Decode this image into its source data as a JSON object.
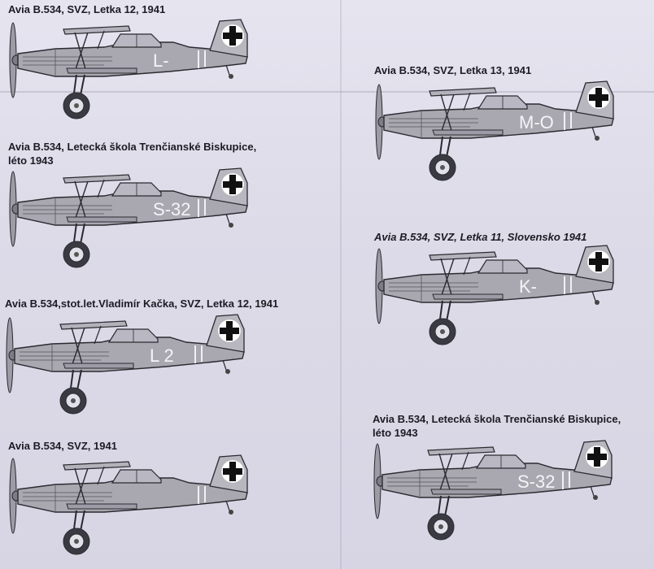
{
  "captions": [
    {
      "line1": "Avia B.534, SVZ, Letka 12, 1941",
      "line2": ""
    },
    {
      "line1": "Avia B.534, Letecká škola Trenčianské Biskupice,",
      "line2": "léto 1943"
    },
    {
      "line1": "Avia B.534,stot.let.Vladimír Kačka, SVZ, Letka 12, 1941",
      "line2": ""
    },
    {
      "line1": "Avia B.534, SVZ, 1941",
      "line2": ""
    },
    {
      "line1": "Avia B.534, SVZ, Letka 13, 1941",
      "line2": ""
    },
    {
      "line1": "Avia B.534, SVZ, Letka 11, Slovensko 1941",
      "line2": ""
    },
    {
      "line1": "Avia B.534, Letecká škola Trenčianské Biskupice,",
      "line2": "léto 1943"
    }
  ],
  "codes": [
    "L-",
    "S-32",
    "L 2",
    "",
    "M-O",
    "K-",
    "S-32"
  ],
  "colors": {
    "aircraft": "#a9a8b0",
    "outline": "#2a2a30",
    "insignia": "#ffffff",
    "cross": "#111111"
  }
}
